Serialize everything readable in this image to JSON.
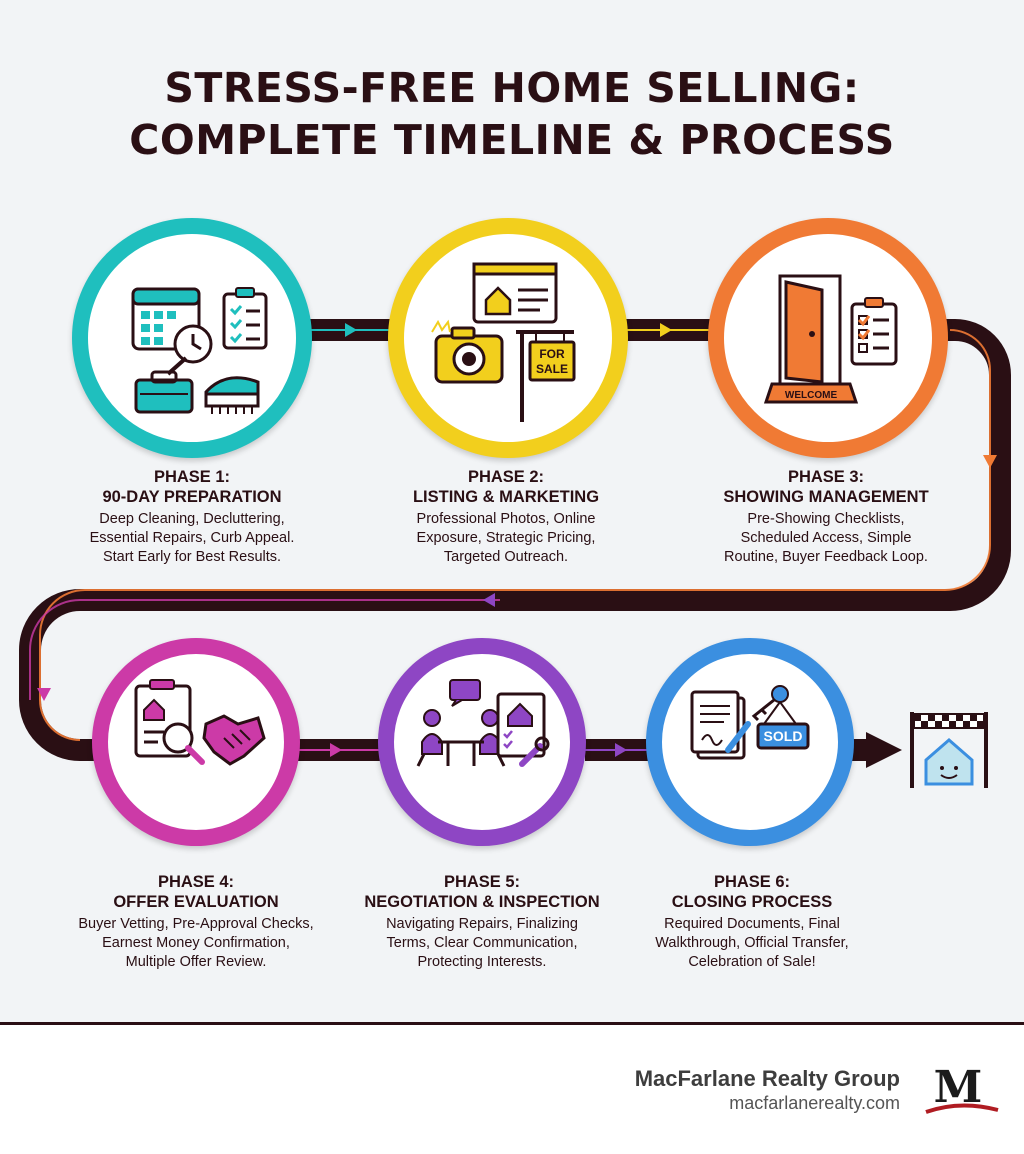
{
  "title": {
    "line1": "STRESS-FREE HOME SELLING:",
    "line2": "COMPLETE TIMELINE & PROCESS"
  },
  "colors": {
    "phase1": "#1fbfbe",
    "phase2": "#f2cf1d",
    "phase3": "#f07a34",
    "phase4": "#cc3aa7",
    "phase5": "#8e46c4",
    "phase6": "#3b8fe0",
    "path": "#2a0f14",
    "text": "#2a0f14"
  },
  "phases": [
    {
      "num": "PHASE 1:",
      "name": "90-DAY PREPARATION",
      "desc": [
        "Deep Cleaning, Decluttering,",
        "Essential Repairs, Curb Appeal.",
        "Start Early for Best Results."
      ],
      "icons": [
        "calendar-clock-icon",
        "checklist-clipboard-icon",
        "toolbox-icon",
        "scrub-brush-icon"
      ]
    },
    {
      "num": "PHASE 2:",
      "name": "LISTING & MARKETING",
      "desc": [
        "Professional Photos, Online",
        "Exposure, Strategic Pricing,",
        "Targeted Outreach."
      ],
      "icons": [
        "web-listing-icon",
        "camera-icon",
        "for-sale-sign-icon"
      ],
      "sign_text": [
        "FOR",
        "SALE"
      ]
    },
    {
      "num": "PHASE 3:",
      "name": "SHOWING MANAGEMENT",
      "desc": [
        "Pre-Showing Checklists,",
        "Scheduled Access, Simple",
        "Routine, Buyer Feedback Loop."
      ],
      "icons": [
        "open-door-icon",
        "welcome-mat-icon",
        "checklist-clipboard-icon"
      ],
      "mat_text": "WELCOME"
    },
    {
      "num": "PHASE 4:",
      "name": "OFFER EVALUATION",
      "desc": [
        "Buyer Vetting, Pre-Approval Checks,",
        "Earnest Money Confirmation,",
        "Multiple Offer Review."
      ],
      "icons": [
        "document-magnifier-icon",
        "handshake-icon"
      ]
    },
    {
      "num": "PHASE 5:",
      "name": "NEGOTIATION & INSPECTION",
      "desc": [
        "Navigating Repairs, Finalizing",
        "Terms, Clear Communication,",
        "Protecting Interests."
      ],
      "icons": [
        "meeting-people-icon",
        "inspection-report-icon"
      ]
    },
    {
      "num": "PHASE 6:",
      "name": "CLOSING PROCESS",
      "desc": [
        "Required Documents, Final",
        "Walkthrough, Official Transfer,",
        "Celebration of Sale!"
      ],
      "icons": [
        "signed-documents-icon",
        "keys-icon",
        "sold-tag-icon"
      ],
      "tag_text": "SOLD"
    }
  ],
  "finish_icon": "finish-line-house-icon",
  "footer": {
    "company": "MacFarlane Realty Group",
    "url": "macfarlanerealty.com",
    "logo_letter": "M"
  }
}
